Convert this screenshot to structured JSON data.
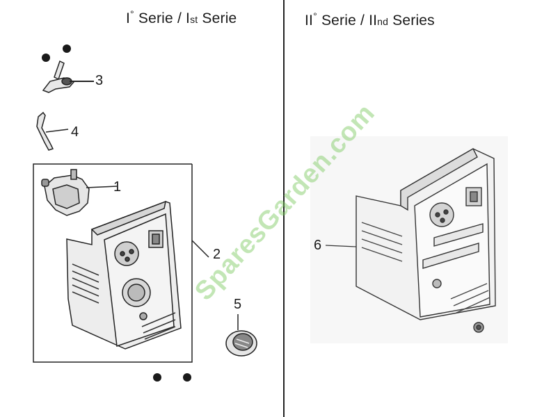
{
  "headings": {
    "left": {
      "roman": "I",
      "mark": "°",
      "word": "Serie / I",
      "suffix": "st",
      "tail": " Serie"
    },
    "right": {
      "roman": "II",
      "mark": "°",
      "word": "Serie / II",
      "suffix": "nd",
      "tail": " Series"
    }
  },
  "callouts": [
    "1",
    "2",
    "3",
    "4",
    "5",
    "6"
  ],
  "watermark": "SparesGarden.com"
}
